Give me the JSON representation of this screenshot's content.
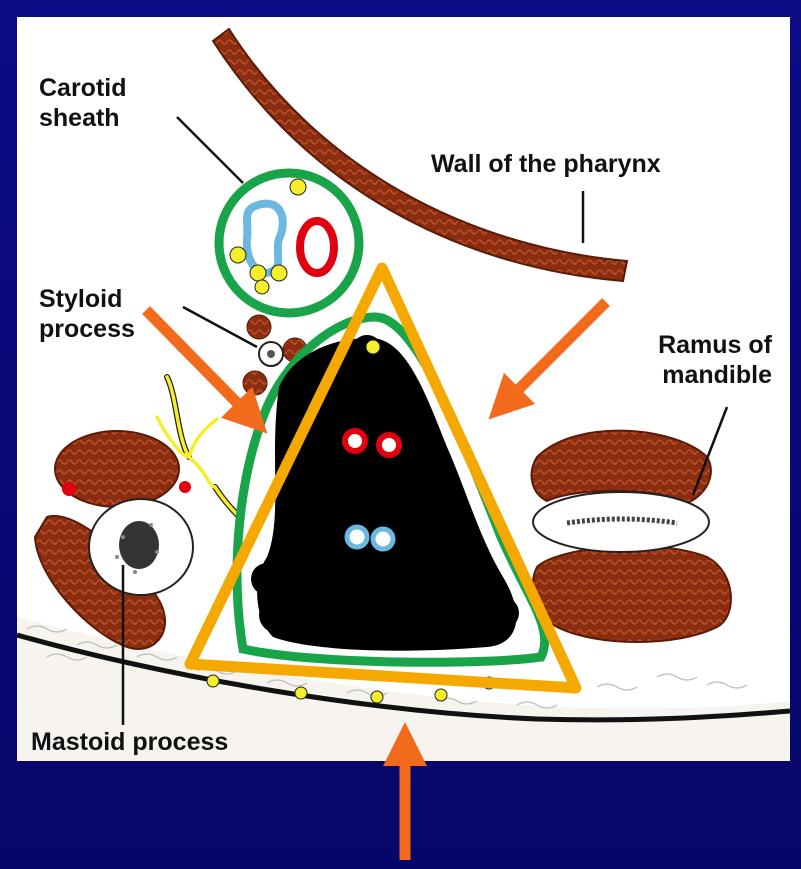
{
  "labels": {
    "carotid_line1": "Carotid",
    "carotid_line2": "sheath",
    "wall_pharynx": "Wall of the pharynx",
    "styloid_line1": "Styloid",
    "styloid_line2": "process",
    "ramus_line1": "Ramus of",
    "ramus_line2": "mandible",
    "mastoid": "Mastoid process"
  },
  "colors": {
    "background": "#08087a",
    "panel": "#ffffff",
    "triangle": "#f5a800",
    "arrows": "#f26a1b",
    "fascia": "#1aa44a",
    "muscle": "#8a2d10",
    "artery": "#e00010",
    "vein": "#6cb8e0",
    "nerve": "#f4ef2a",
    "fat": "#000000"
  },
  "icons": [
    "pointer-arrow-icon",
    "fascial-space-triangle"
  ]
}
